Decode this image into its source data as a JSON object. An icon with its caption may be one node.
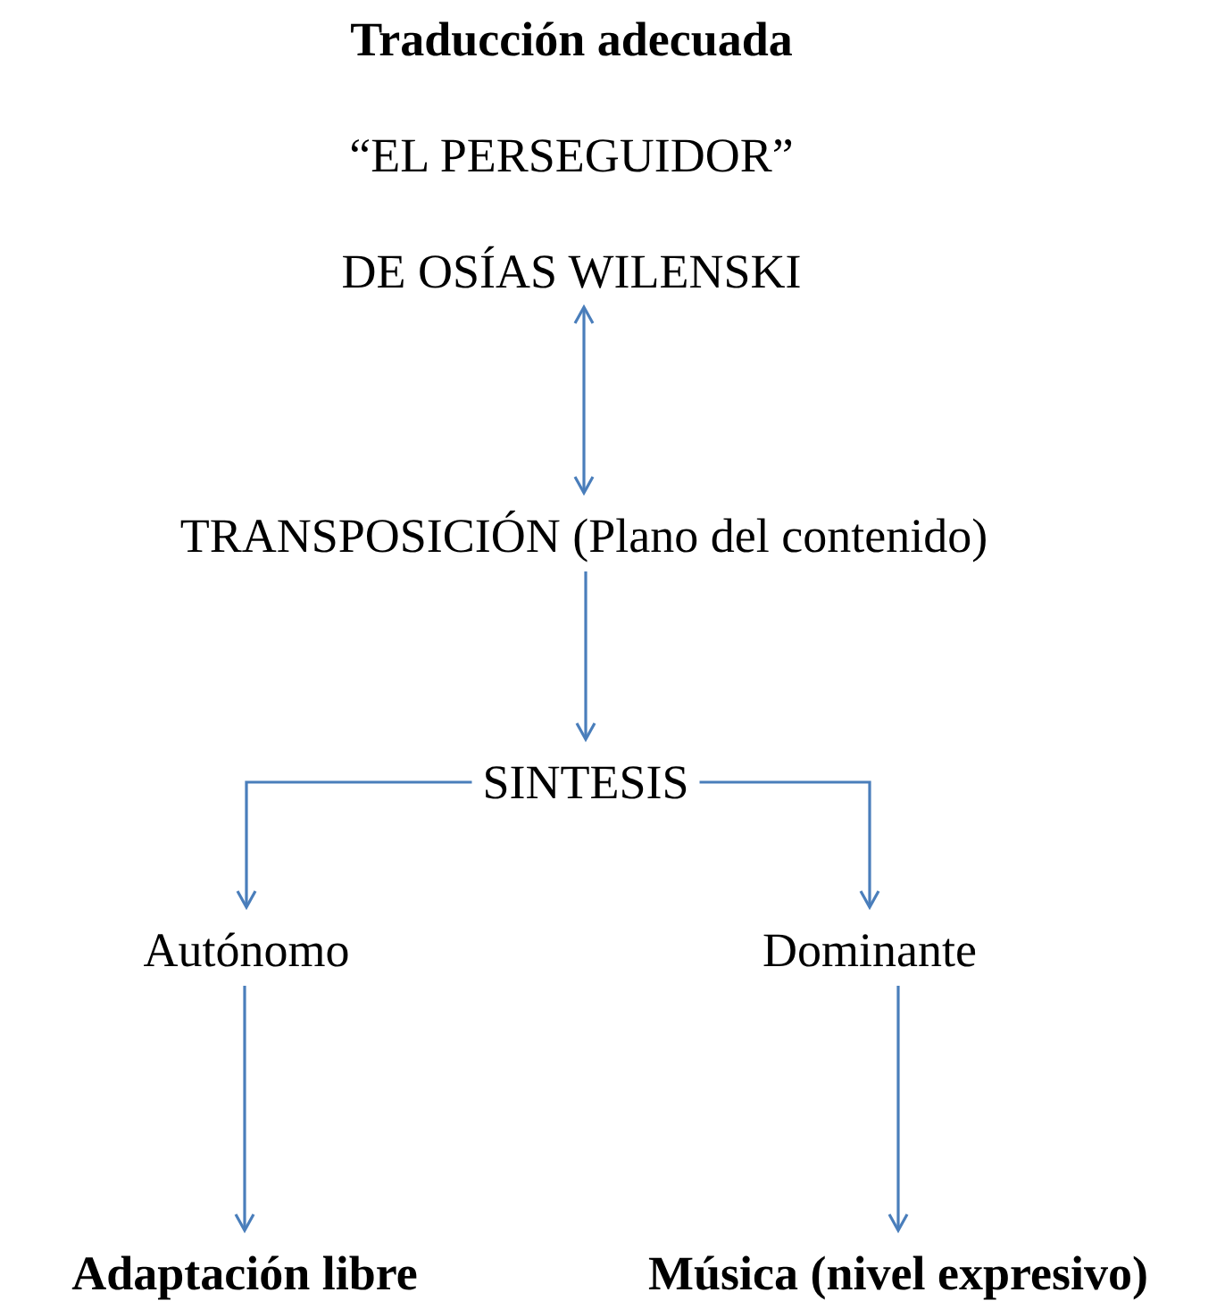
{
  "diagram": {
    "nodes": [
      {
        "text": [
          "Traducción adecuada",
          "“EL PERSEGUIDOR”",
          "DE OSÍAS WILENSKI"
        ]
      },
      {
        "text": [
          "TRANSPOSICIÓN (Plano del contenido)"
        ]
      },
      {
        "text": [
          "SINTESIS"
        ]
      },
      {
        "text": [
          "Autónomo"
        ]
      },
      {
        "text": [
          "Dominante"
        ]
      },
      {
        "text": [
          "Adaptación libre"
        ]
      },
      {
        "text": [
          "Música (nivel expresivo)"
        ]
      }
    ],
    "edges": [
      {
        "from": 0,
        "to": 1,
        "arrow": "both"
      },
      {
        "from": 1,
        "to": 2,
        "arrow": "to"
      },
      {
        "from": 2,
        "to": 3,
        "arrow": "to"
      },
      {
        "from": 2,
        "to": 4,
        "arrow": "to"
      },
      {
        "from": 3,
        "to": 5,
        "arrow": "to"
      },
      {
        "from": 4,
        "to": 6,
        "arrow": "to"
      }
    ]
  }
}
